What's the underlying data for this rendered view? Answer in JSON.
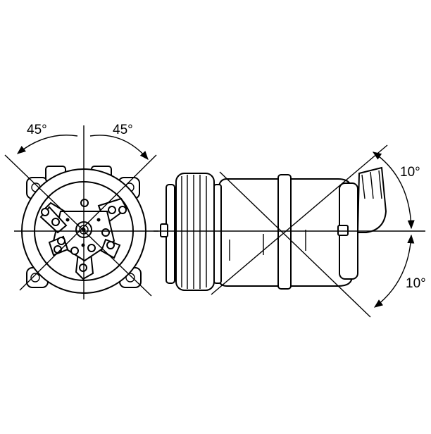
{
  "labels": {
    "angle_left_top": "45°",
    "angle_right_top": "45°",
    "angle_side_upper": "10°",
    "angle_side_lower": "10°"
  },
  "colors": {
    "line": "#000000",
    "background": "#ffffff"
  }
}
